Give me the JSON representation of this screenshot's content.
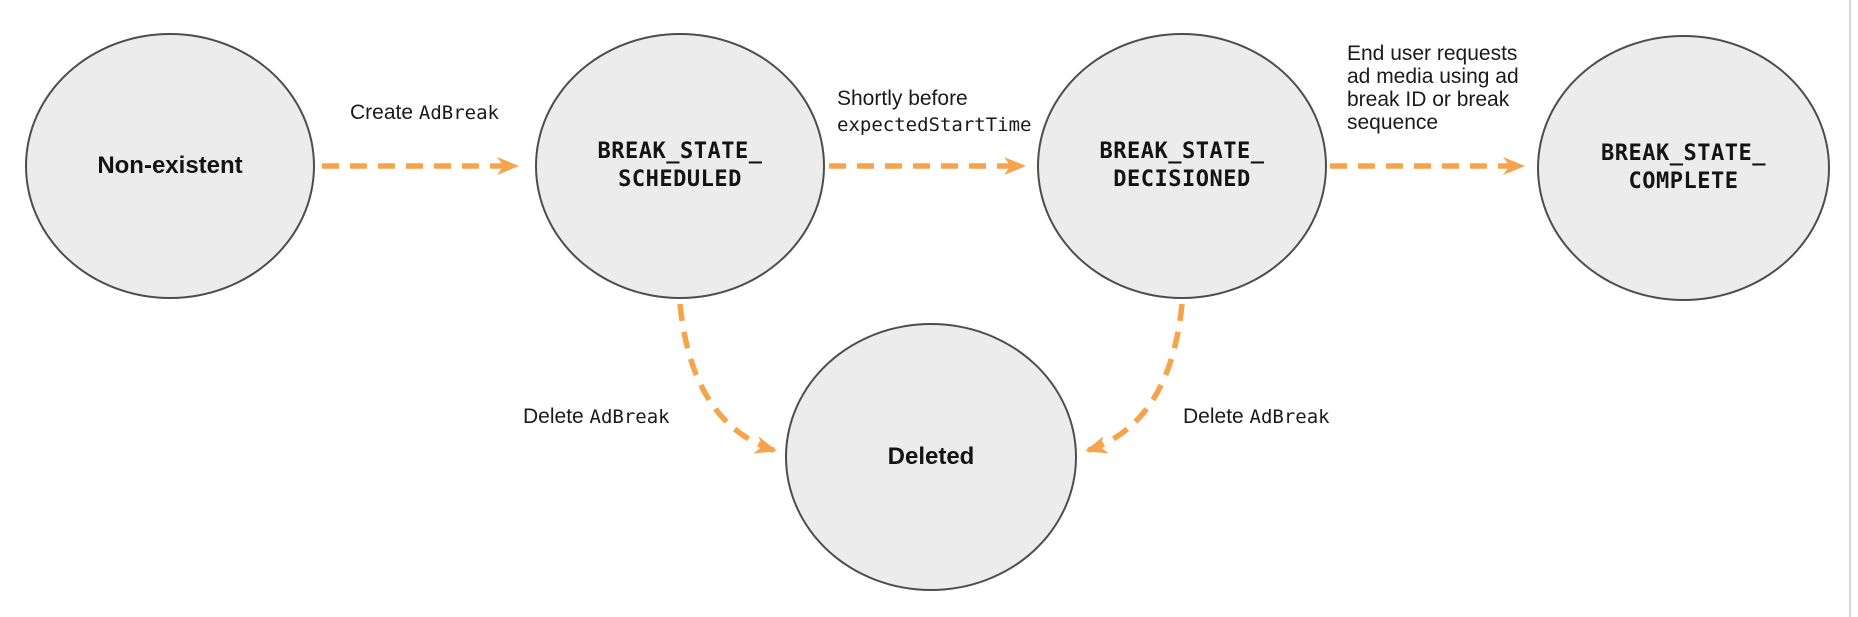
{
  "states": {
    "non_existent": {
      "label": "Non-existent"
    },
    "scheduled": {
      "line1": "BREAK_STATE_",
      "line2": "SCHEDULED"
    },
    "decisioned": {
      "line1": "BREAK_STATE_",
      "line2": "DECISIONED"
    },
    "complete": {
      "line1": "BREAK_STATE_",
      "line2": "COMPLETE"
    },
    "deleted": {
      "label": "Deleted"
    }
  },
  "transitions": {
    "create": {
      "text": "Create",
      "code": "AdBreak"
    },
    "decision": {
      "text": "Shortly before",
      "code": "expectedStartTime"
    },
    "complete": {
      "text": "End user requests ad media using ad break ID or break sequence"
    },
    "delete_from_scheduled": {
      "text": "Delete",
      "code": "AdBreak"
    },
    "delete_from_decisioned": {
      "text": "Delete",
      "code": "AdBreak"
    }
  },
  "colors": {
    "arrow": "#F7A34C",
    "node_fill": "#ECECEC",
    "node_stroke": "#4D4D4D",
    "text": "#1A1A1A"
  }
}
